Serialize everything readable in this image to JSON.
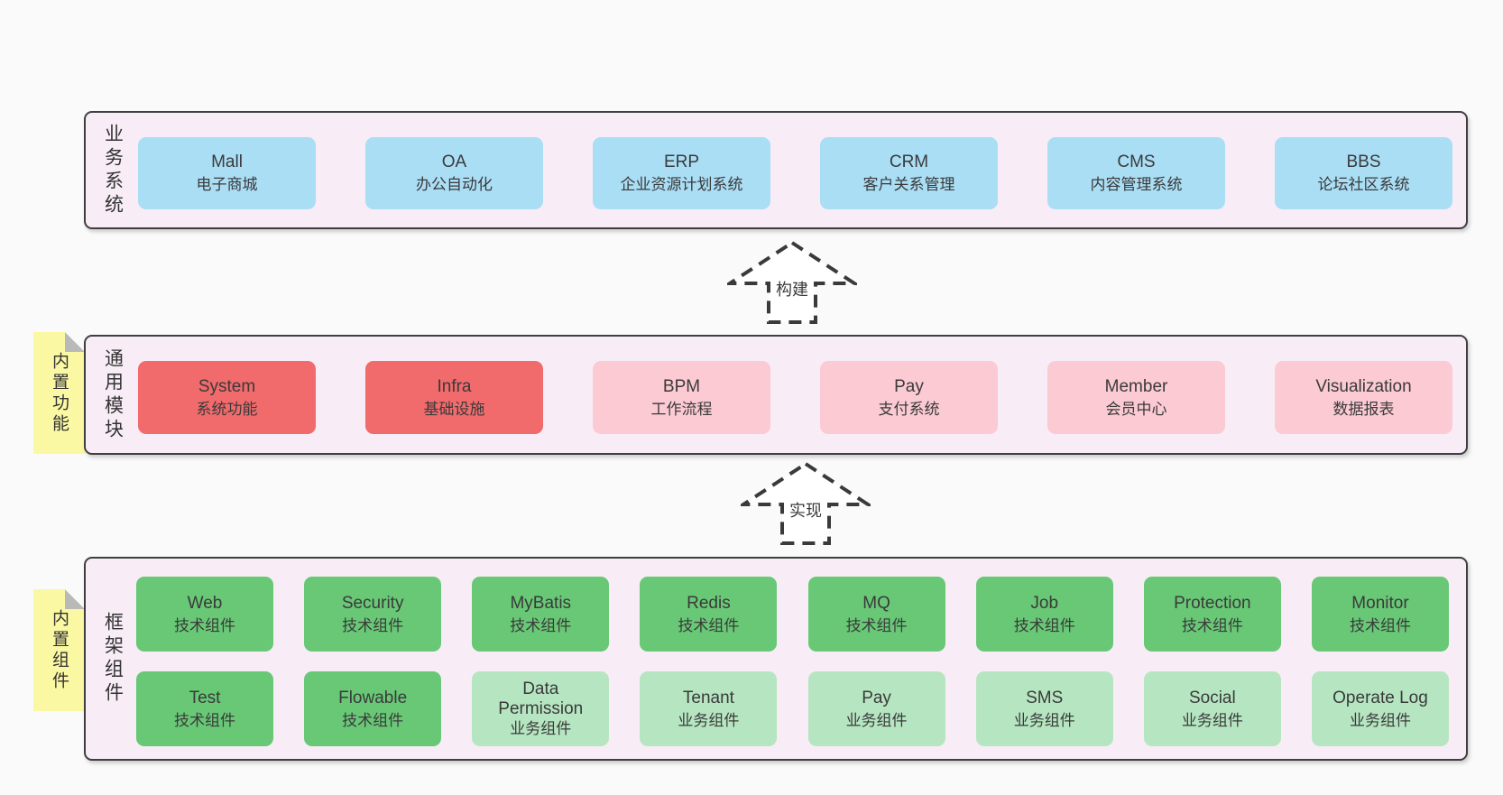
{
  "colors": {
    "page_bg": "#fafafa",
    "band_bg": "#f8edf6",
    "band_border": "#3f3f3f",
    "blue_box": "#aadef5",
    "red_box": "#f16a6c",
    "pink_box": "#fbcad3",
    "green_dark_box": "#68c876",
    "green_light_box": "#b6e6c1",
    "sticky_yellow": "#fbf8a3",
    "sticky_fold": "#b9b9b9",
    "text": "#3a3a3a"
  },
  "bands": [
    {
      "label": "业务系统",
      "boxes": [
        {
          "title": "Mall",
          "subtitle": "电子商城"
        },
        {
          "title": "OA",
          "subtitle": "办公自动化"
        },
        {
          "title": "ERP",
          "subtitle": "企业资源计划系统"
        },
        {
          "title": "CRM",
          "subtitle": "客户关系管理"
        },
        {
          "title": "CMS",
          "subtitle": "内容管理系统"
        },
        {
          "title": "BBS",
          "subtitle": "论坛社区系统"
        }
      ]
    },
    {
      "label": "通用模块",
      "sticky": "内置功能",
      "boxes": [
        {
          "title": "System",
          "subtitle": "系统功能"
        },
        {
          "title": "Infra",
          "subtitle": "基础设施"
        },
        {
          "title": "BPM",
          "subtitle": "工作流程"
        },
        {
          "title": "Pay",
          "subtitle": "支付系统"
        },
        {
          "title": "Member",
          "subtitle": "会员中心"
        },
        {
          "title": "Visualization",
          "subtitle": "数据报表"
        }
      ]
    },
    {
      "label": "框架组件",
      "sticky": "内置组件",
      "row1": [
        {
          "title": "Web",
          "subtitle": "技术组件"
        },
        {
          "title": "Security",
          "subtitle": "技术组件"
        },
        {
          "title": "MyBatis",
          "subtitle": "技术组件"
        },
        {
          "title": "Redis",
          "subtitle": "技术组件"
        },
        {
          "title": "MQ",
          "subtitle": "技术组件"
        },
        {
          "title": "Job",
          "subtitle": "技术组件"
        },
        {
          "title": "Protection",
          "subtitle": "技术组件"
        },
        {
          "title": "Monitor",
          "subtitle": "技术组件"
        }
      ],
      "row2": [
        {
          "title": "Test",
          "subtitle": "技术组件"
        },
        {
          "title": "Flowable",
          "subtitle": "技术组件"
        },
        {
          "title": "Data Permission",
          "subtitle": "业务组件"
        },
        {
          "title": "Tenant",
          "subtitle": "业务组件"
        },
        {
          "title": "Pay",
          "subtitle": "业务组件"
        },
        {
          "title": "SMS",
          "subtitle": "业务组件"
        },
        {
          "title": "Social",
          "subtitle": "业务组件"
        },
        {
          "title": "Operate Log",
          "subtitle": "业务组件"
        }
      ]
    }
  ],
  "arrows": [
    {
      "label": "构建"
    },
    {
      "label": "实现"
    }
  ]
}
